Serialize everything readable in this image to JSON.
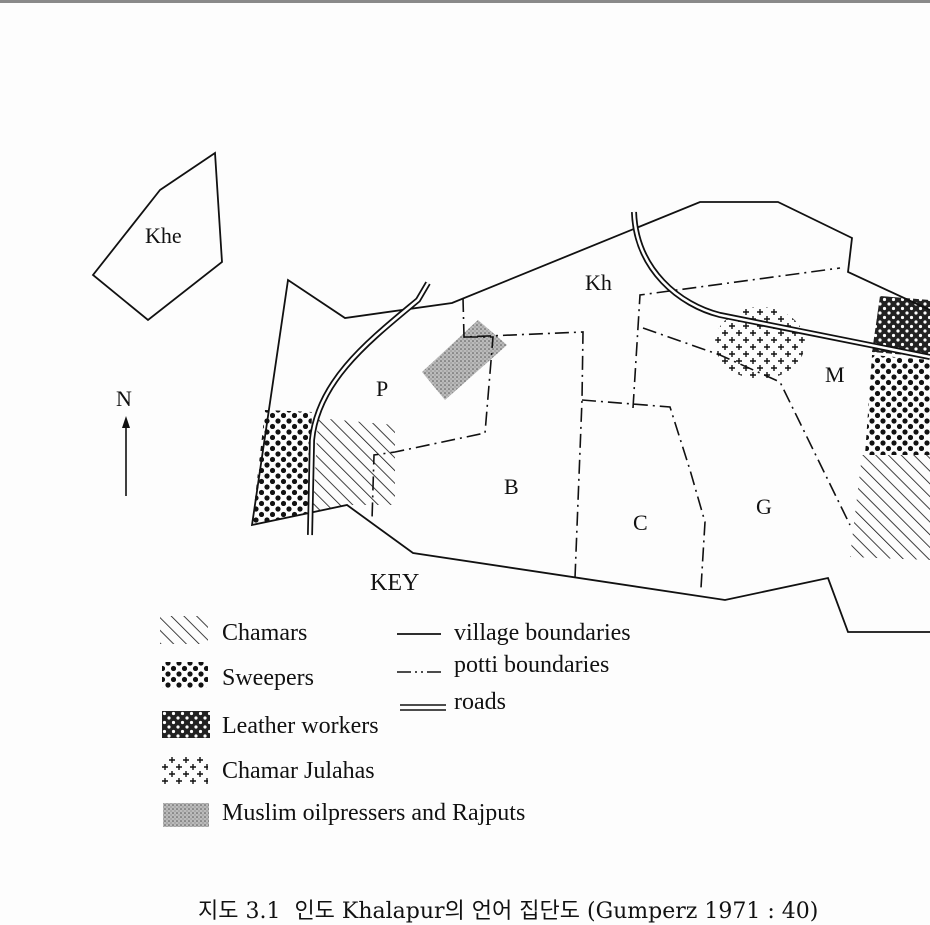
{
  "map": {
    "north_label": "N",
    "key_label": "KEY",
    "area_labels": {
      "khe": "Khe",
      "kh": "Kh",
      "p": "P",
      "b": "B",
      "c": "C",
      "g": "G",
      "m": "M"
    }
  },
  "legend": {
    "patterns": [
      {
        "pattern": "diagonal-hatch",
        "label": "Chamars"
      },
      {
        "pattern": "sparse-dots",
        "label": "Sweepers"
      },
      {
        "pattern": "dense-dots",
        "label": "Leather workers"
      },
      {
        "pattern": "crosses",
        "label": "Chamar Julahas"
      },
      {
        "pattern": "stipple",
        "label": "Muslim oilpressers and Rajputs"
      }
    ],
    "lines": [
      {
        "style": "solid",
        "label": "village boundaries"
      },
      {
        "style": "dash-dot",
        "label": "potti boundaries"
      },
      {
        "style": "double",
        "label": "roads"
      }
    ]
  },
  "caption": "지도 3.1  인도 Khalapur의 언어 집단도 (Gumperz 1971 : 40)"
}
